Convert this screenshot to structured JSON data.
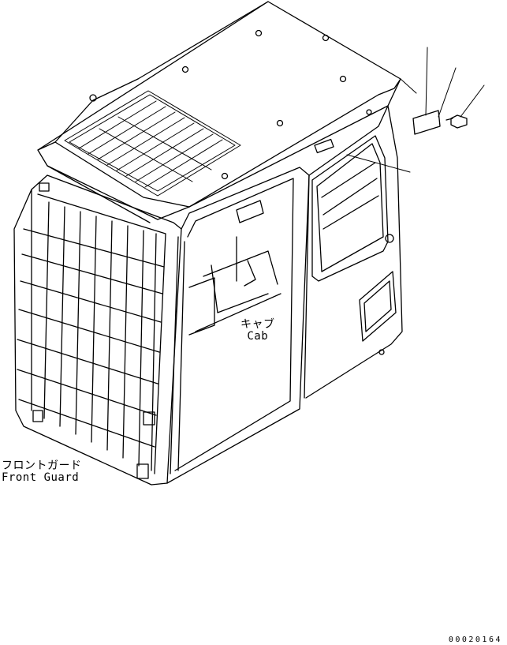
{
  "cab_label": {
    "jp": "キャブ",
    "en": "Cab"
  },
  "front_guard_label": {
    "jp": "フロントガード",
    "en": "Front Guard"
  },
  "drawing_number": "00020164",
  "colors": {
    "line": "#000000",
    "background": "#ffffff"
  }
}
